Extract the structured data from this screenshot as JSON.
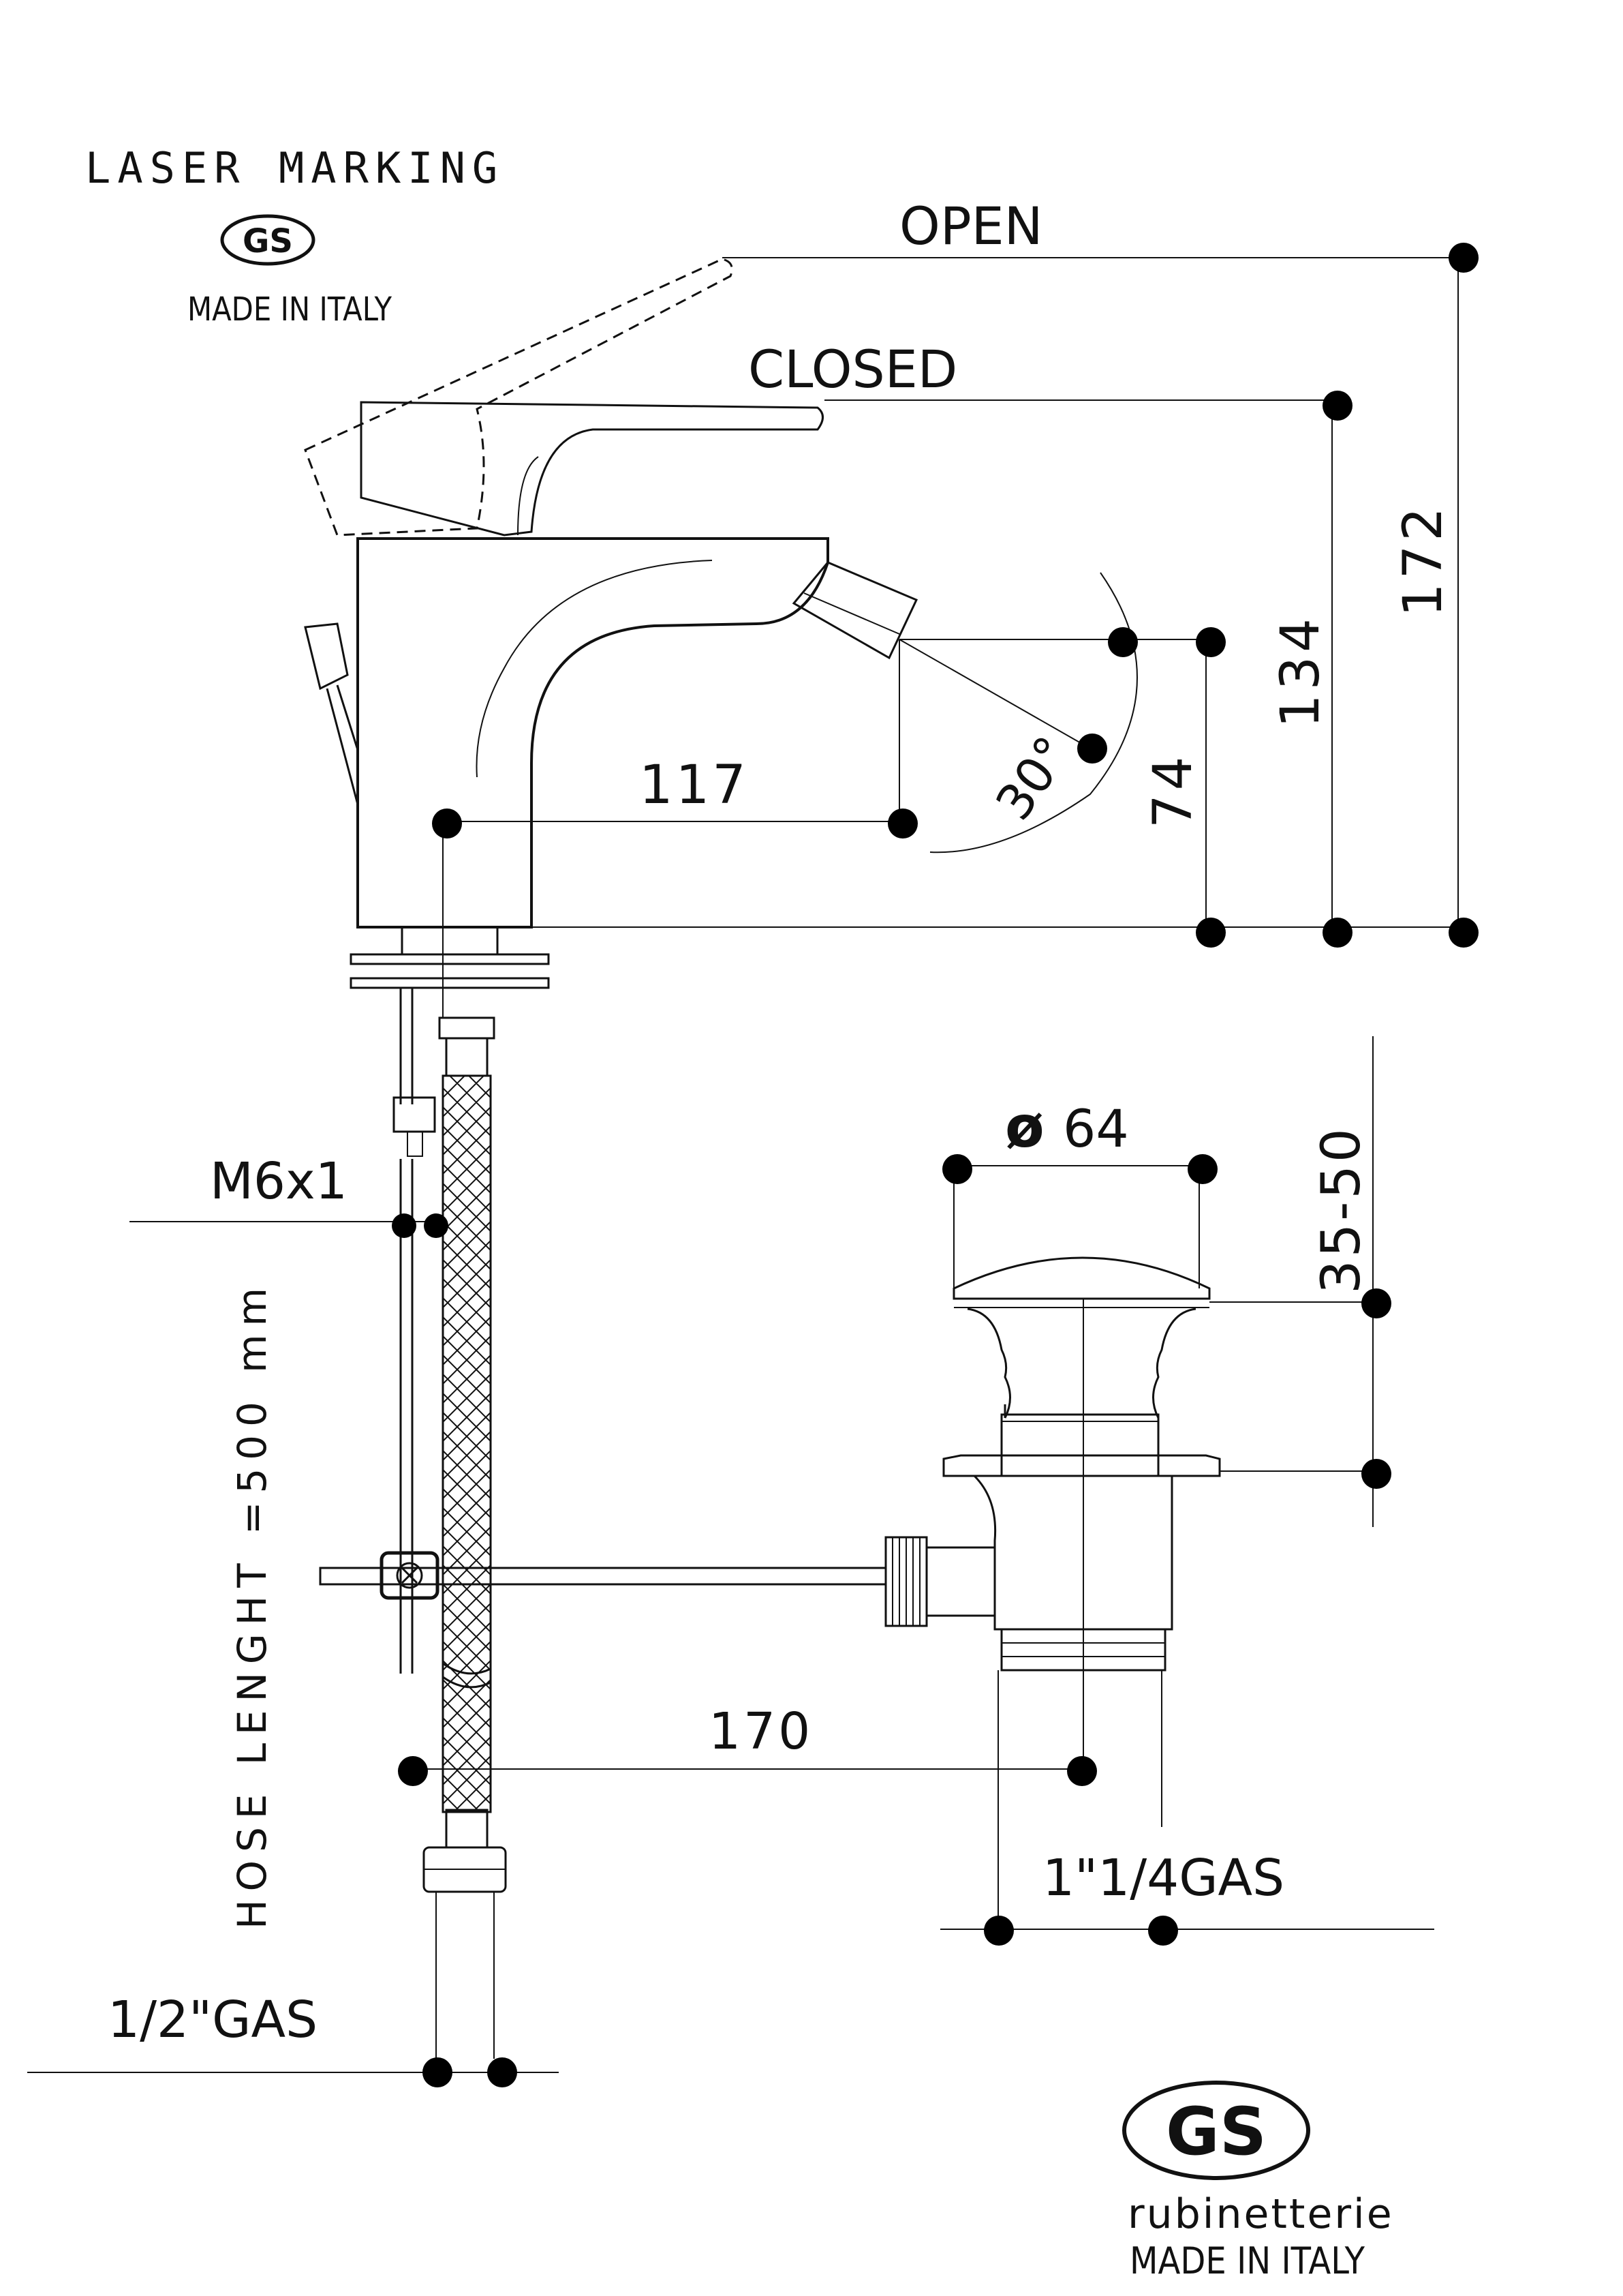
{
  "marking": {
    "laser_marking": "LASER MARKING",
    "logo_text": "GS",
    "made_in_italy": "MADE IN ITALY"
  },
  "labels": {
    "open": "OPEN",
    "closed": "CLOSED"
  },
  "dimensions": {
    "open_height": "172",
    "closed_height": "134",
    "spout_height": "74",
    "spout_reach": "117",
    "angle": "30°",
    "waste_diameter_symbol": "ø",
    "waste_diameter": "64",
    "waste_adjust": "35-50",
    "rod_thread": "M6x1",
    "hose_length": "HOSE LENGHT  =500 mm",
    "rod_distance": "170",
    "waste_thread": "1\"1/4GAS",
    "inlet_thread": "1/2\"GAS"
  },
  "brand": {
    "logo_text": "GS",
    "name": "rubinetterie",
    "made_in_italy": "MADE IN ITALY"
  }
}
